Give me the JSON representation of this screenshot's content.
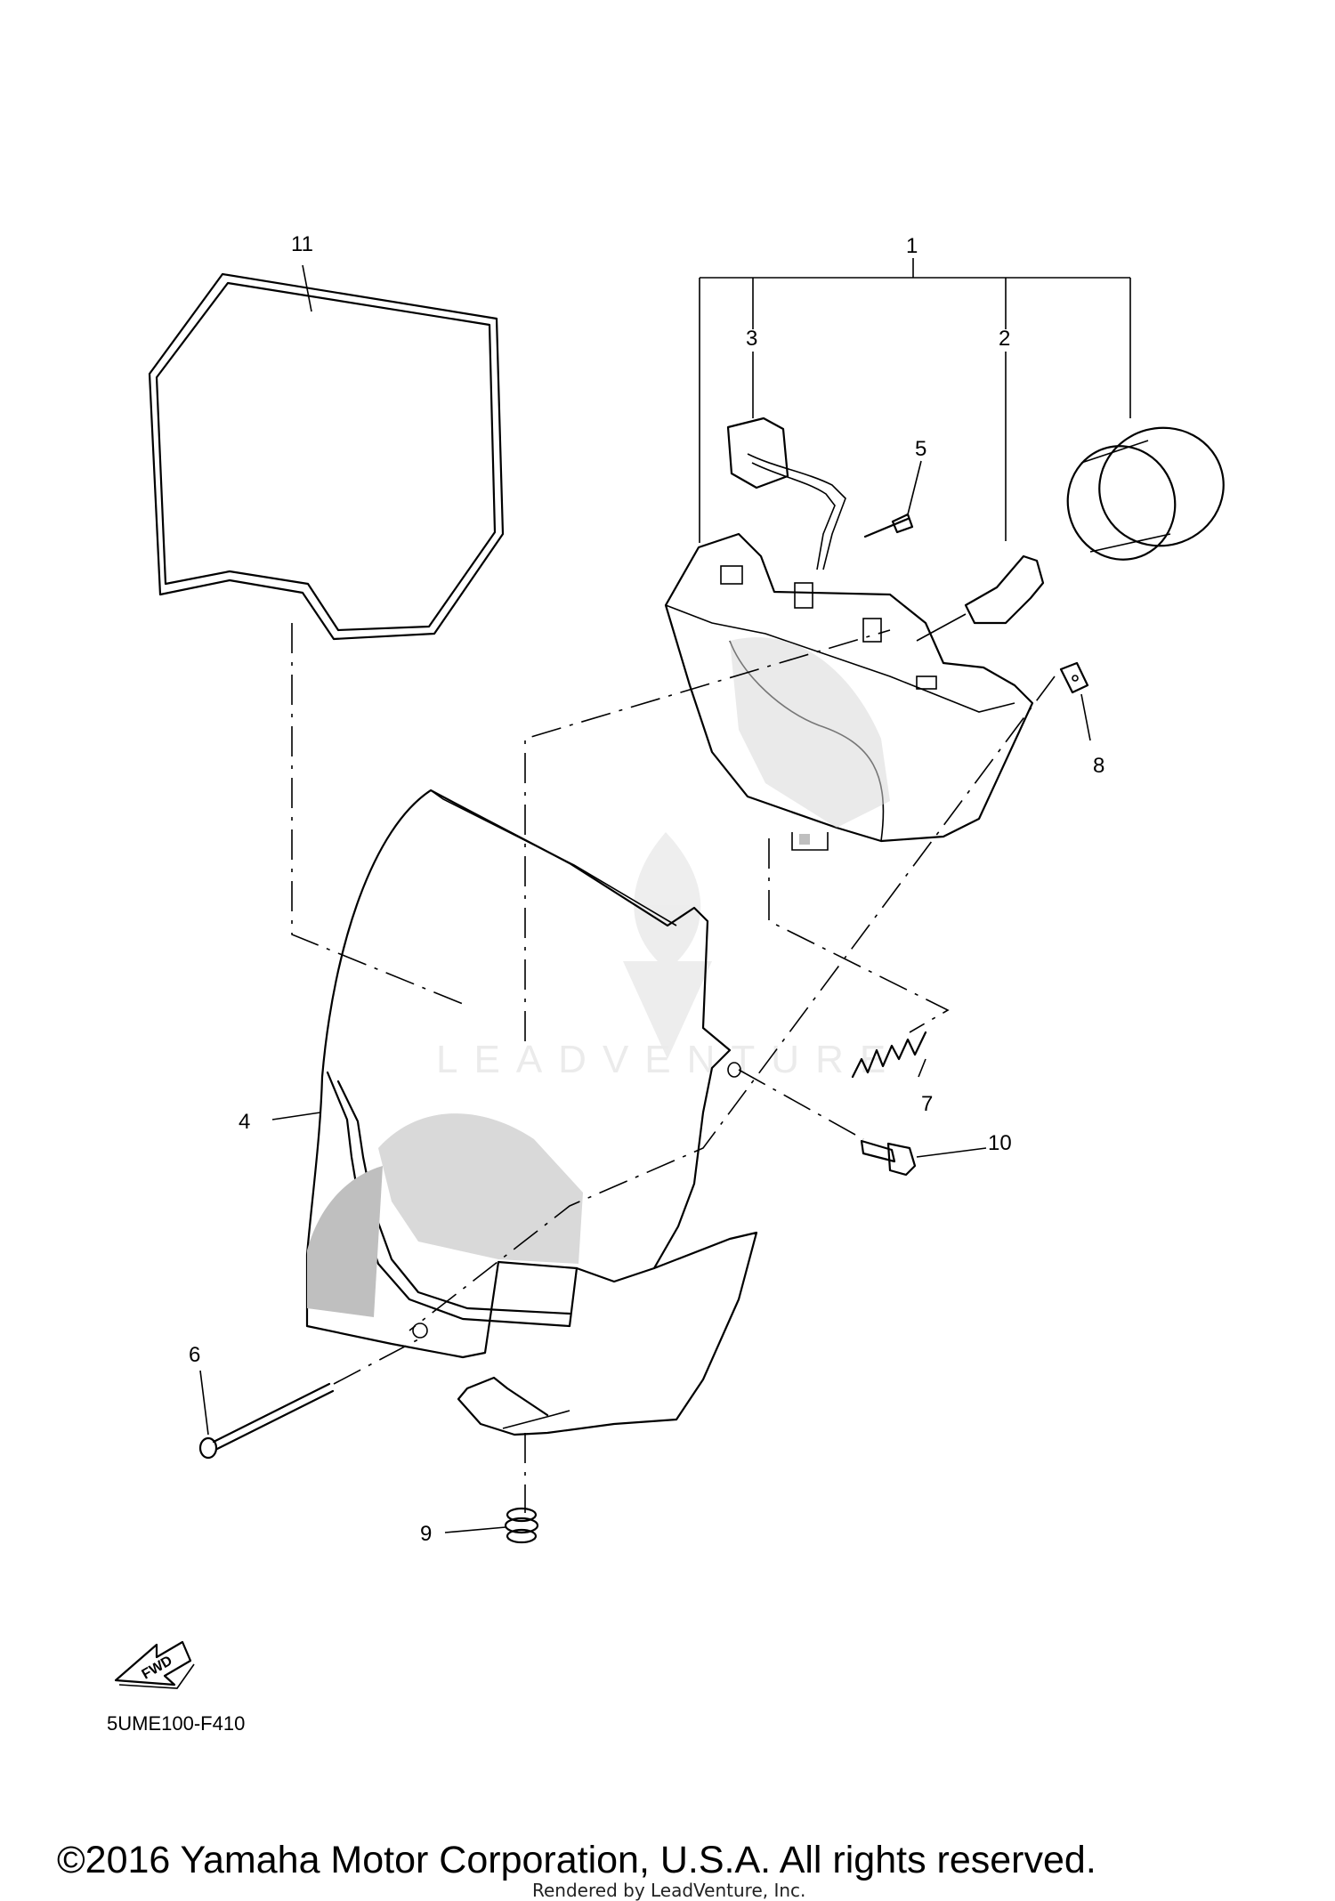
{
  "callouts": [
    "1",
    "2",
    "3",
    "4",
    "5",
    "6",
    "7",
    "8",
    "9",
    "10",
    "11"
  ],
  "fwd_label": "FWD",
  "diagram_code": "5UME100-F410",
  "copyright": "©2016 Yamaha Motor Corporation, U.S.A. All rights reserved.",
  "rendered_by": "Rendered by LeadVenture, Inc.",
  "watermark": "LEADVENTURE"
}
